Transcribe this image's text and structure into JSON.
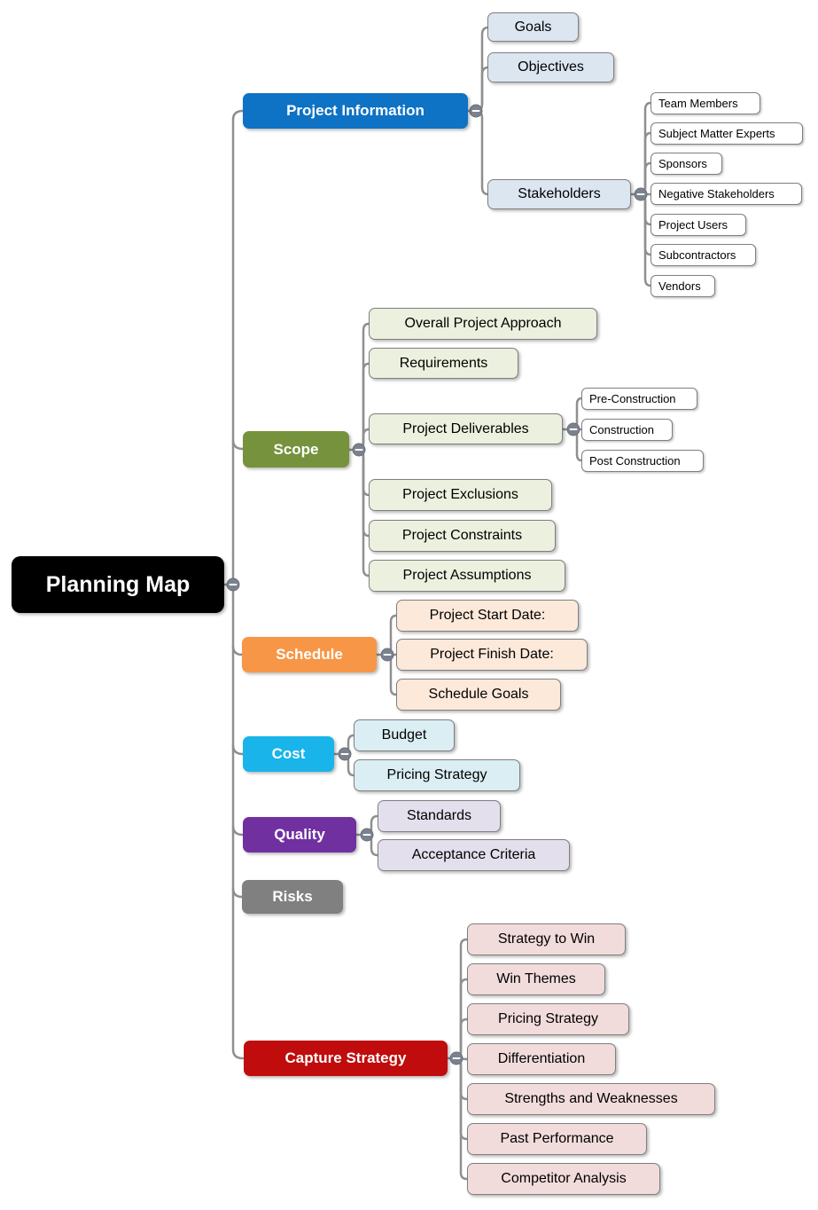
{
  "title": "Planning Map",
  "palette": {
    "edge": "#8F8F8F",
    "leaf-bg": "#FFFFFF",
    "node-border": "#7F7F7F",
    "control-bg": "#7B828E"
  },
  "root": {
    "label": "Planning Map",
    "color": "#000000"
  },
  "branches": [
    {
      "label": "Project Information",
      "color": "#0E72C5",
      "child_color": "#DCE6F1",
      "children": [
        {
          "label": "Goals"
        },
        {
          "label": "Objectives"
        },
        {
          "label": "Stakeholders",
          "children": [
            {
              "label": "Team Members"
            },
            {
              "label": "Subject Matter Experts"
            },
            {
              "label": "Sponsors"
            },
            {
              "label": "Negative Stakeholders"
            },
            {
              "label": "Project Users"
            },
            {
              "label": "Subcontractors"
            },
            {
              "label": "Vendors"
            }
          ]
        }
      ]
    },
    {
      "label": "Scope",
      "color": "#76923C",
      "child_color": "#EBF1DE",
      "children": [
        {
          "label": "Overall Project Approach"
        },
        {
          "label": "Requirements"
        },
        {
          "label": "Project Deliverables",
          "children": [
            {
              "label": "Pre-Construction"
            },
            {
              "label": "Construction"
            },
            {
              "label": "Post Construction"
            }
          ]
        },
        {
          "label": "Project Exclusions"
        },
        {
          "label": "Project Constraints"
        },
        {
          "label": "Project Assumptions"
        }
      ]
    },
    {
      "label": "Schedule",
      "color": "#F79646",
      "child_color": "#FDE9D9",
      "children": [
        {
          "label": "Project Start Date:"
        },
        {
          "label": "Project Finish Date:"
        },
        {
          "label": "Schedule Goals"
        }
      ]
    },
    {
      "label": "Cost",
      "color": "#18B4EA",
      "child_color": "#DAEEF3",
      "children": [
        {
          "label": "Budget"
        },
        {
          "label": "Pricing Strategy"
        }
      ]
    },
    {
      "label": "Quality",
      "color": "#7030A0",
      "child_color": "#E4DFEC",
      "children": [
        {
          "label": "Standards"
        },
        {
          "label": "Acceptance Criteria"
        }
      ]
    },
    {
      "label": "Risks",
      "color": "#808080",
      "children": []
    },
    {
      "label": "Capture Strategy",
      "color": "#C00C0C",
      "child_color": "#F2DCDB",
      "children": [
        {
          "label": "Strategy to Win"
        },
        {
          "label": "Win Themes"
        },
        {
          "label": "Pricing Strategy"
        },
        {
          "label": "Differentiation"
        },
        {
          "label": "Strengths and Weaknesses"
        },
        {
          "label": "Past Performance"
        },
        {
          "label": "Competitor Analysis"
        }
      ]
    }
  ]
}
